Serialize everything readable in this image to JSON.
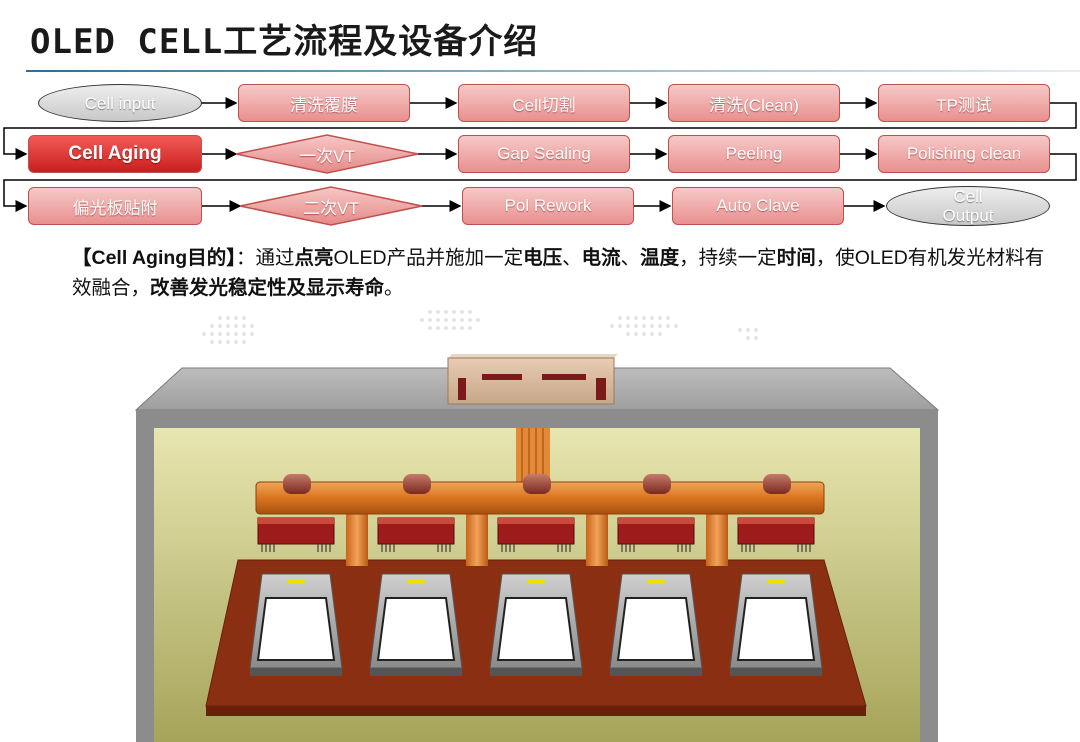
{
  "title": "OLED CELL工艺流程及设备介绍",
  "flow": {
    "cell_input": "Cell input",
    "s1": "清洗覆膜",
    "s2": "Cell切割",
    "s3": "清洗(Clean)",
    "s4": "TP测试",
    "s5": "Cell Aging",
    "s6": "一次VT",
    "s7": "Gap Sealing",
    "s8": "Peeling",
    "s9": "Polishing clean",
    "s10": "偏光板贴附",
    "s11": "二次VT",
    "s12": "Pol Rework",
    "s13": "Auto Clave",
    "cell_output_1": "Cell",
    "cell_output_2": "Output"
  },
  "description": {
    "p1": "【Cell Aging目的】",
    "p2": "：通过",
    "p3": "点亮",
    "p4": "OLED产品并施加一定",
    "p5": "电压",
    "p6": "、",
    "p7": "电流",
    "p8": "、",
    "p9": "温度",
    "p10": "，持续一定",
    "p11": "时间",
    "p12": "，使OLED有机发光材料有效融合，",
    "p13": "改善发光稳定性及显示寿命",
    "p14": "。"
  }
}
